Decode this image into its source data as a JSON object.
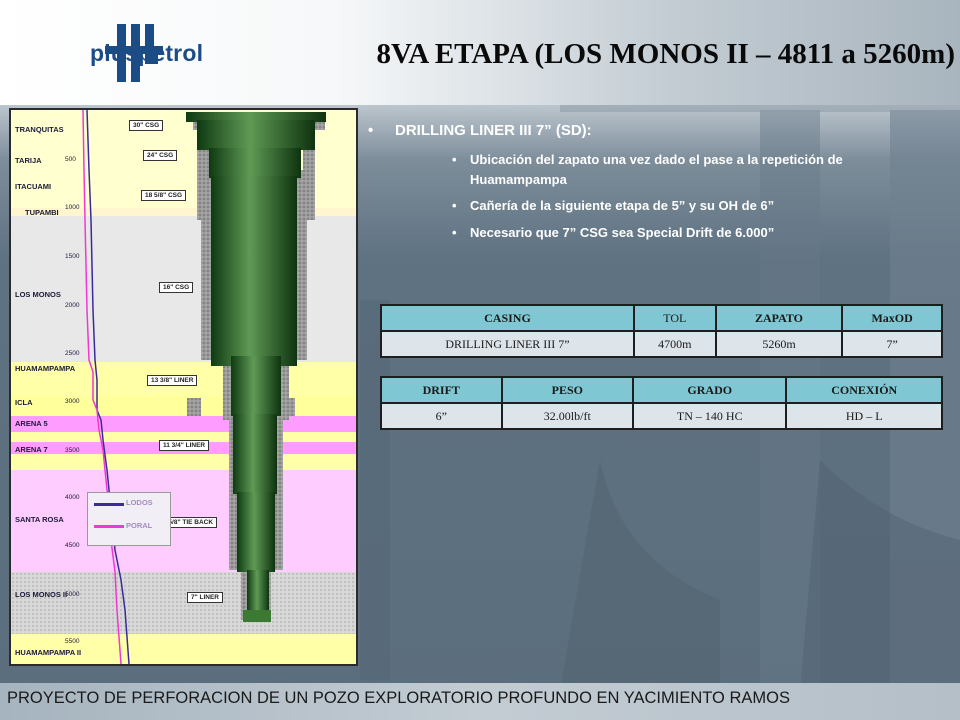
{
  "header": {
    "logo_text": "pluspetrol",
    "title": "8VA ETAPA (LOS MONOS II – 4811 a 5260m)"
  },
  "diagram": {
    "formations": [
      {
        "label": "TRANQUITAS",
        "color": "#ffffd0"
      },
      {
        "label": "TARIJA",
        "color": "#ffffd0"
      },
      {
        "label": "ITACUAMI",
        "color": "#ffffd0"
      },
      {
        "label": "TUPAMBI",
        "color": "#ffffd0"
      },
      {
        "label": "LOS MONOS",
        "color": "#e6e6e6"
      },
      {
        "label": "HUAMAMPAMPA",
        "color": "#ffffa8"
      },
      {
        "label": "ICLA",
        "color": "#ff9cff"
      },
      {
        "label": "ARENA 5",
        "color": "#ffffa8"
      },
      {
        "label": "ARENA 7",
        "color": "#ffffa8"
      },
      {
        "label": "SANTA ROSA",
        "color": "#ffccff"
      },
      {
        "label": "LOS MONOS II",
        "color": "#d8d8d8"
      },
      {
        "label": "HUAMAMPAMPA II",
        "color": "#ffffa8"
      }
    ],
    "depths": [
      "500",
      "1000",
      "1500",
      "2000",
      "2500",
      "3000",
      "3500",
      "4000",
      "4500",
      "5000",
      "5500"
    ],
    "casing_labels": [
      "30\" CSG",
      "24\" CSG",
      "18 5/8\" CSG",
      "16\" CSG",
      "13 3/8\" LINER",
      "11 3/4\" LINER",
      "9 5/8\" TIE BACK",
      "7\" LINER"
    ],
    "legend": [
      {
        "label": "LODOS",
        "color": "#3a2a9a"
      },
      {
        "label": "PORAL",
        "color": "#ee3ad0"
      }
    ]
  },
  "bullets": {
    "main": "DRILLING LINER III 7” (SD):",
    "subs": [
      "Ubicación del zapato una vez dado el pase a la repetición de Huamampampa",
      "Cañería de la siguiente etapa de 5” y su OH de 6”",
      "Necesario que 7” CSG sea Special Drift de 6.000”"
    ]
  },
  "table1": {
    "headers": [
      "CASING",
      "TOL",
      "ZAPATO",
      "MaxOD"
    ],
    "row": [
      "DRILLING LINER III 7”",
      "4700m",
      "5260m",
      "7”"
    ]
  },
  "table2": {
    "headers": [
      "DRIFT",
      "PESO",
      "GRADO",
      "CONEXIÓN"
    ],
    "row": [
      "6”",
      "32.00lb/ft",
      "TN – 140 HC",
      "HD – L"
    ]
  },
  "footer": {
    "text": "PROYECTO DE PERFORACION DE UN POZO EXPLORATORIO PROFUNDO EN YACIMIENTO RAMOS"
  },
  "colors": {
    "accent": "#7ec7d3",
    "casing_green": "#2f6b2a",
    "logo_blue": "#1c4c86"
  }
}
